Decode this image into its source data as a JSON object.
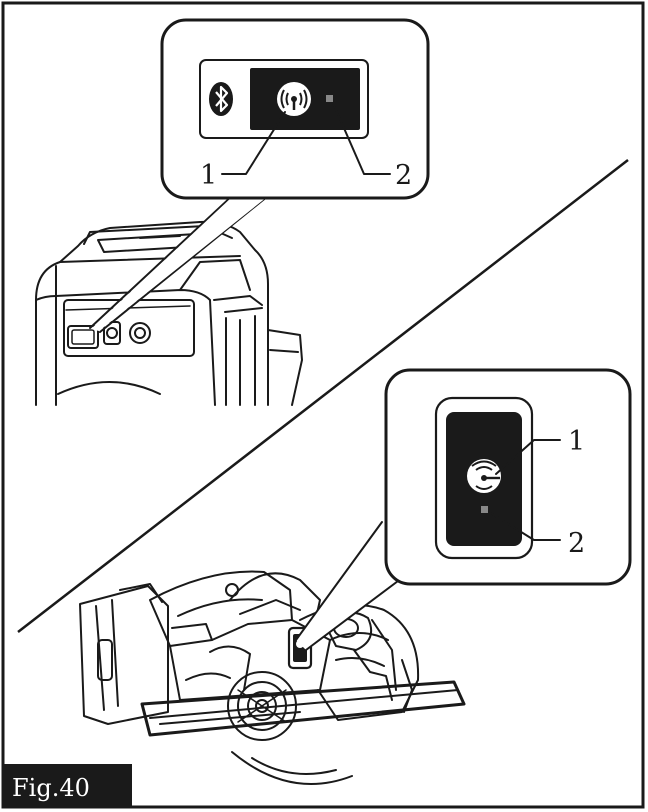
{
  "figure": {
    "label": "Fig.40",
    "colors": {
      "ink": "#1a1a1a",
      "paper": "#ffffff"
    }
  },
  "top_callout": {
    "icons": [
      "bluetooth-icon",
      "wireless-signal-icon"
    ],
    "labels": {
      "one": "1",
      "two": "2"
    }
  },
  "bottom_callout": {
    "icons": [
      "wireless-signal-icon"
    ],
    "labels": {
      "one": "1",
      "two": "2"
    }
  }
}
